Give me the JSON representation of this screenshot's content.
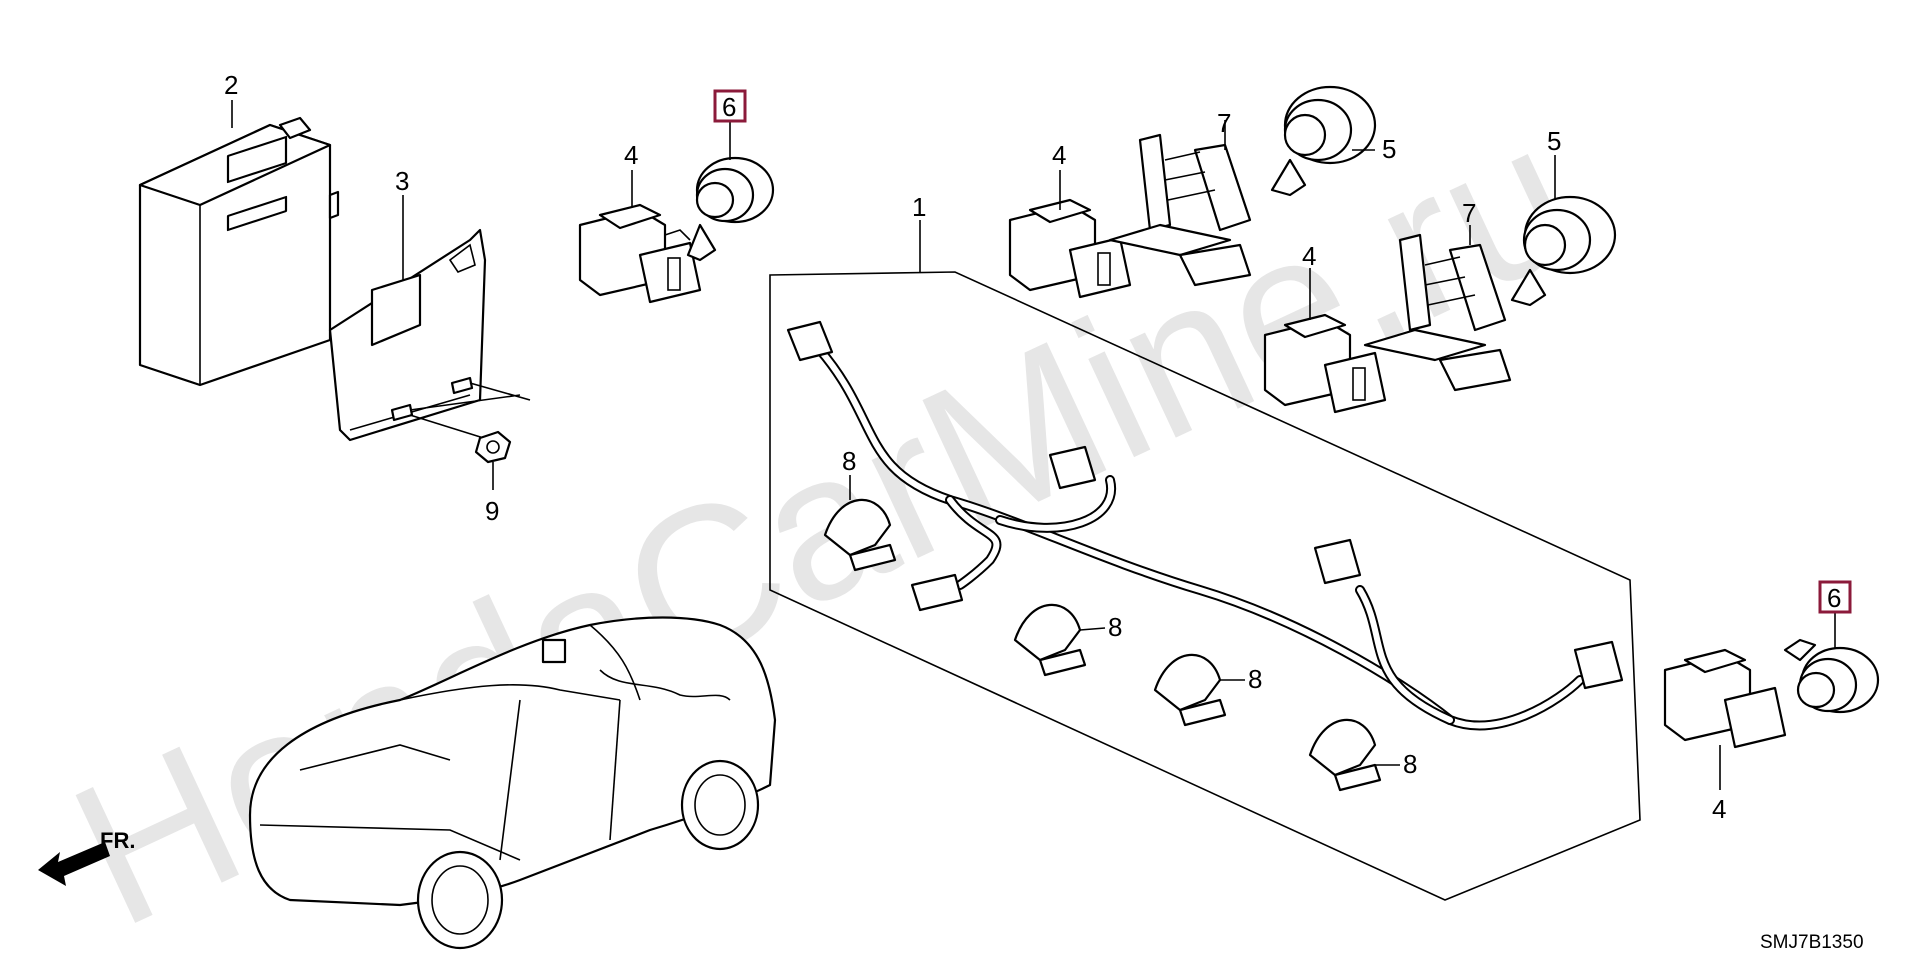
{
  "watermark": "HondaCarMine.ru",
  "diagram_code": "SMJ7B1350",
  "front_indicator": "FR.",
  "colors": {
    "highlight": "#8b1a3a",
    "line": "#000000",
    "watermark": "#e6e6e6"
  },
  "callouts": {
    "c1": "1",
    "c2": "2",
    "c3": "3",
    "c4a": "4",
    "c4b": "4",
    "c4c": "4",
    "c4d": "4",
    "c5a": "5",
    "c5b": "5",
    "c6a": "6",
    "c6b": "6",
    "c7a": "7",
    "c7b": "7",
    "c8a": "8",
    "c8b": "8",
    "c8c": "8",
    "c8d": "8",
    "c9": "9"
  }
}
